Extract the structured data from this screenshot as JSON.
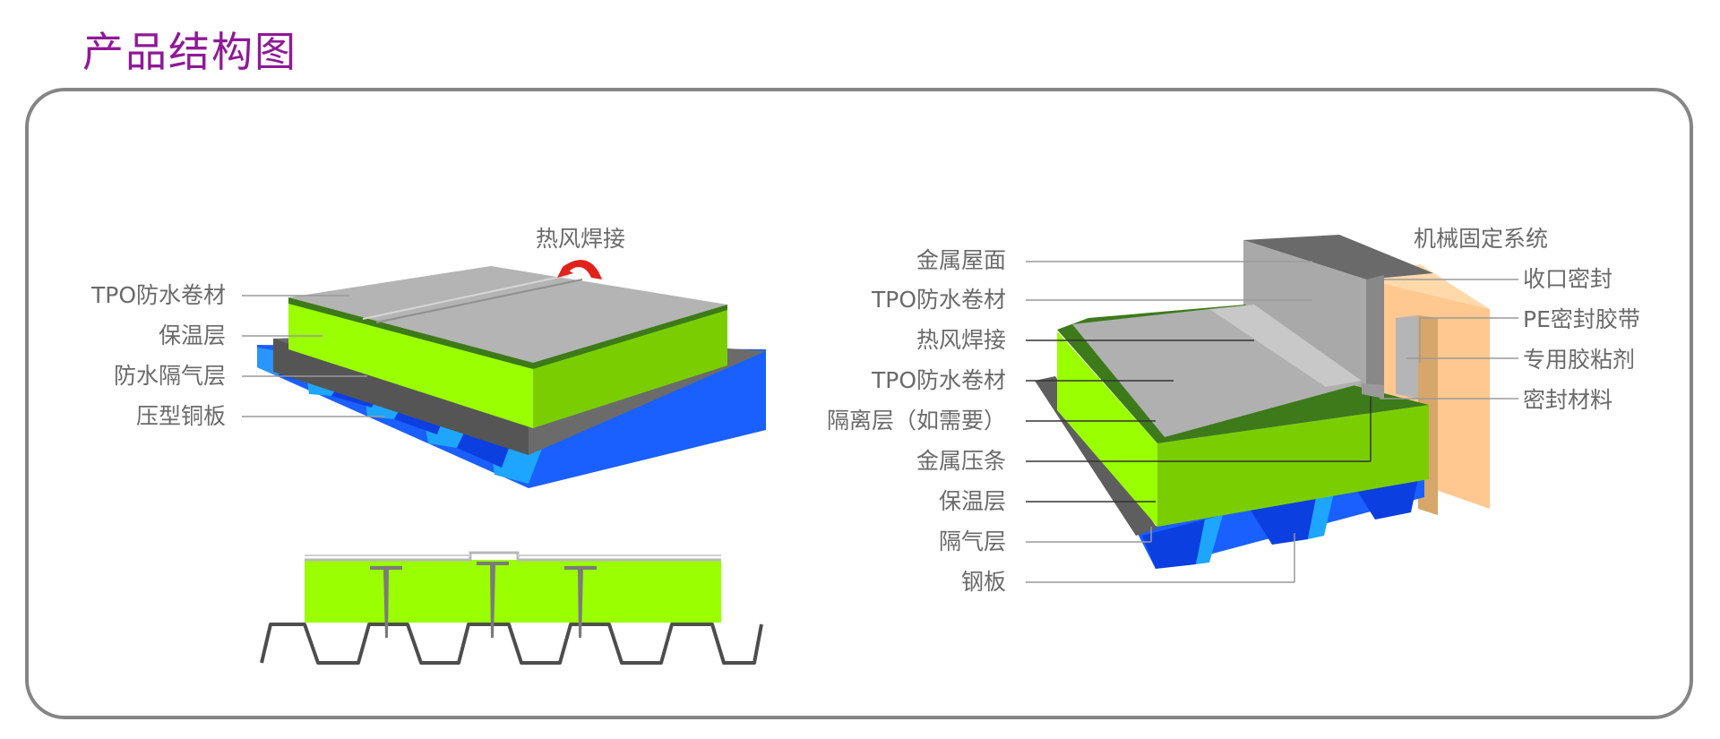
{
  "page": {
    "title": "产品结构图"
  },
  "colors": {
    "title": "#8e1a96",
    "frame": "#858585",
    "insulation": "#9aff00",
    "membrane": "#a9a9a9",
    "vapor_layer": "#6b6b6b",
    "steel_deck": "#1a5fff",
    "wall": "#ffc890",
    "label": "#6a6a6a"
  },
  "left_diagram": {
    "weld_label": "热风焊接",
    "labels": [
      "TPO防水卷材",
      "保温层",
      "防水隔气层",
      "压型铜板"
    ]
  },
  "right_diagram": {
    "left_labels": [
      "金属屋面",
      "TPO防水卷材",
      "热风焊接",
      "TPO防水卷材",
      "隔离层（如需要）",
      "金属压条",
      "保温层",
      "隔气层",
      "钢板"
    ],
    "right_labels": [
      "机械固定系统",
      "收口密封",
      "PE密封胶带",
      "专用胶粘剂",
      "密封材料"
    ]
  },
  "icons": {
    "weld_arrow": "curved-arrow-icon"
  }
}
